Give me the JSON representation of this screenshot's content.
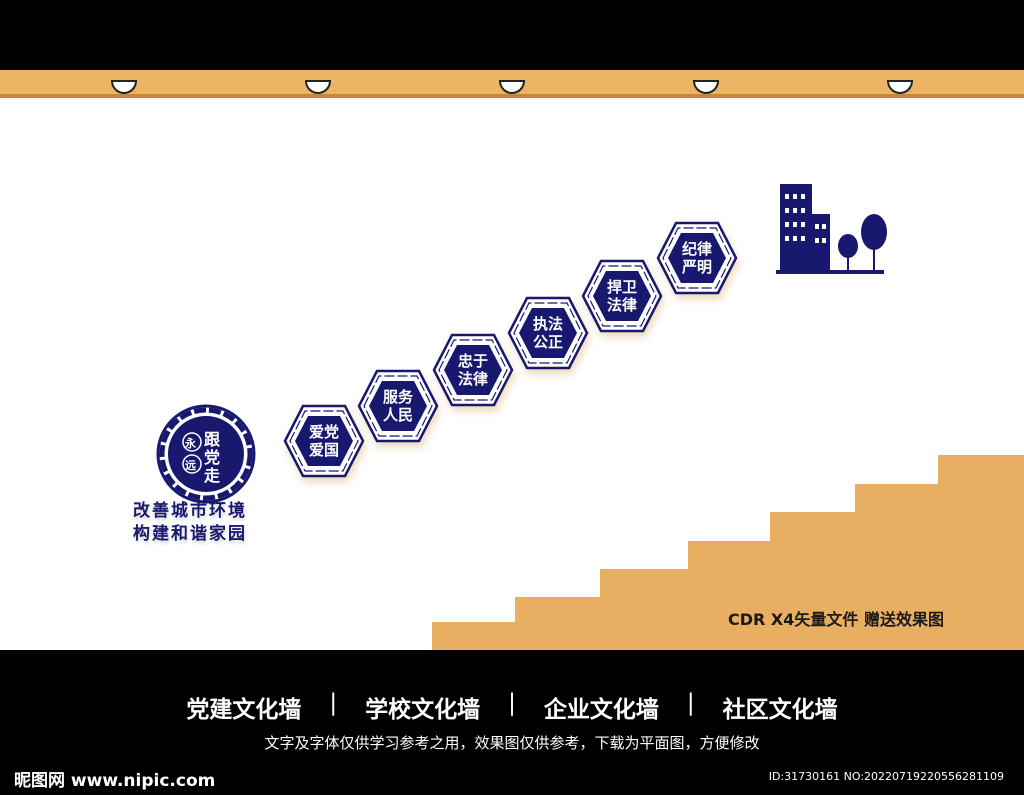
{
  "badge": {
    "small_chars": [
      "永",
      "远"
    ],
    "main_chars": [
      "跟",
      "党",
      "走"
    ]
  },
  "slogan": {
    "line1": "改善城市环境",
    "line2": "构建和谐家园"
  },
  "hexagons": [
    {
      "line1": "爱党",
      "line2": "爱国"
    },
    {
      "line1": "服务",
      "line2": "人民"
    },
    {
      "line1": "忠于",
      "line2": "法律"
    },
    {
      "line1": "执法",
      "line2": "公正"
    },
    {
      "line1": "捍卫",
      "line2": "法律"
    },
    {
      "line1": "纪律",
      "line2": "严明"
    }
  ],
  "format_note": "CDR X4矢量文件  赠送效果图",
  "footer": {
    "categories": [
      "党建文化墙",
      "学校文化墙",
      "企业文化墙",
      "社区文化墙"
    ],
    "separator": "|",
    "disclaimer": "文字及字体仅供学习参考之用，效果图仅供参考，下载为平面图，方便修改",
    "logo": "昵图网 www.nipic.com",
    "id_text": "ID:31730161 NO:20220719220556281109"
  },
  "colors": {
    "navy": "#17186e",
    "gold": "#e8ae62",
    "black": "#000000"
  }
}
